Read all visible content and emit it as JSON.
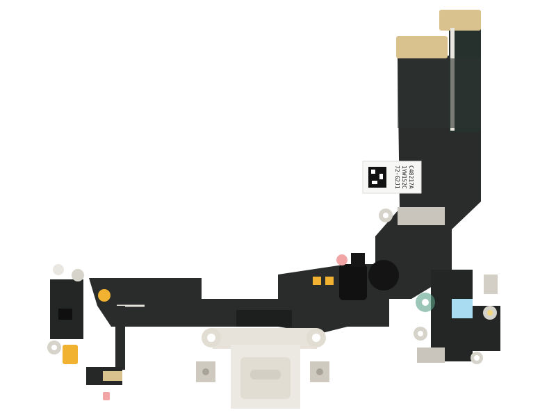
{
  "image": {
    "subject": "charging-port-flex-cable",
    "background_color": "#ffffff",
    "flex_color": "#2a2c2b",
    "connector_color": "#e7e3da",
    "gold_color": "#d9c28e",
    "pad_yellow": "#f1b232",
    "bracket_color": "#c9c5bd",
    "label": {
      "lines": [
        "C48217A",
        "1YW152C",
        "72-G2J1"
      ]
    }
  }
}
